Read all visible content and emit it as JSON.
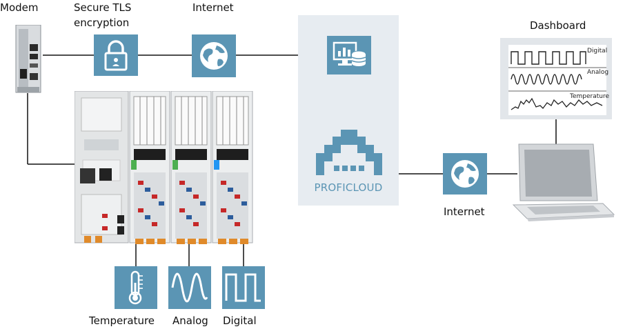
{
  "labels": {
    "modem": "Modem",
    "secure_tls": "Secure TLS",
    "encryption": "encryption",
    "internet_top": "Internet",
    "dashboard": "Dashboard",
    "proficloud": "PROFICLOUD",
    "internet_right": "Internet",
    "temperature": "Temperature",
    "analog": "Analog",
    "digital": "Digital"
  },
  "dashboard_traces": {
    "digital": "Digital",
    "analog": "Analog",
    "temperature": "Temperature"
  },
  "colors": {
    "tile": "#5b95b4",
    "cloud_panel": "#e7ecf1",
    "line": "#111111"
  },
  "icons": [
    "modem-icon",
    "lock-icon",
    "globe-icon",
    "server-screen-icon",
    "proficloud-icon",
    "globe-icon",
    "laptop-icon",
    "thermometer-icon",
    "sine-wave-icon",
    "square-wave-icon"
  ]
}
